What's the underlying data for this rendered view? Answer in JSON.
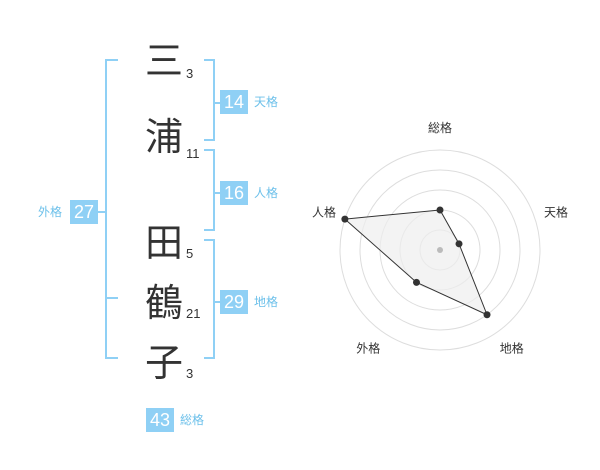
{
  "name": {
    "chars": [
      {
        "char": "三",
        "strokes": "3"
      },
      {
        "char": "浦",
        "strokes": "11"
      },
      {
        "char": "田",
        "strokes": "5"
      },
      {
        "char": "鶴",
        "strokes": "21"
      },
      {
        "char": "子",
        "strokes": "3"
      }
    ]
  },
  "fortune": {
    "tenkaku": {
      "value": "14",
      "label": "天格"
    },
    "jinkaku": {
      "value": "16",
      "label": "人格"
    },
    "chikaku": {
      "value": "29",
      "label": "地格"
    },
    "gaikaku": {
      "value": "27",
      "label": "外格"
    },
    "soukaku": {
      "value": "43",
      "label": "総格"
    }
  },
  "chart_data": {
    "type": "radar",
    "axes": [
      "総格",
      "天格",
      "地格",
      "外格",
      "人格"
    ],
    "values": [
      2,
      1,
      4,
      2,
      5
    ],
    "max": 5,
    "rings": 5,
    "colors": {
      "fill": "#eeeeee",
      "stroke": "#333333",
      "grid": "#dddddd",
      "center": "#bbbbbb"
    }
  },
  "colors": {
    "accent": "#8fd0f5",
    "accent_text": "#6cc0ea",
    "bracket": "#8fd0f5"
  }
}
